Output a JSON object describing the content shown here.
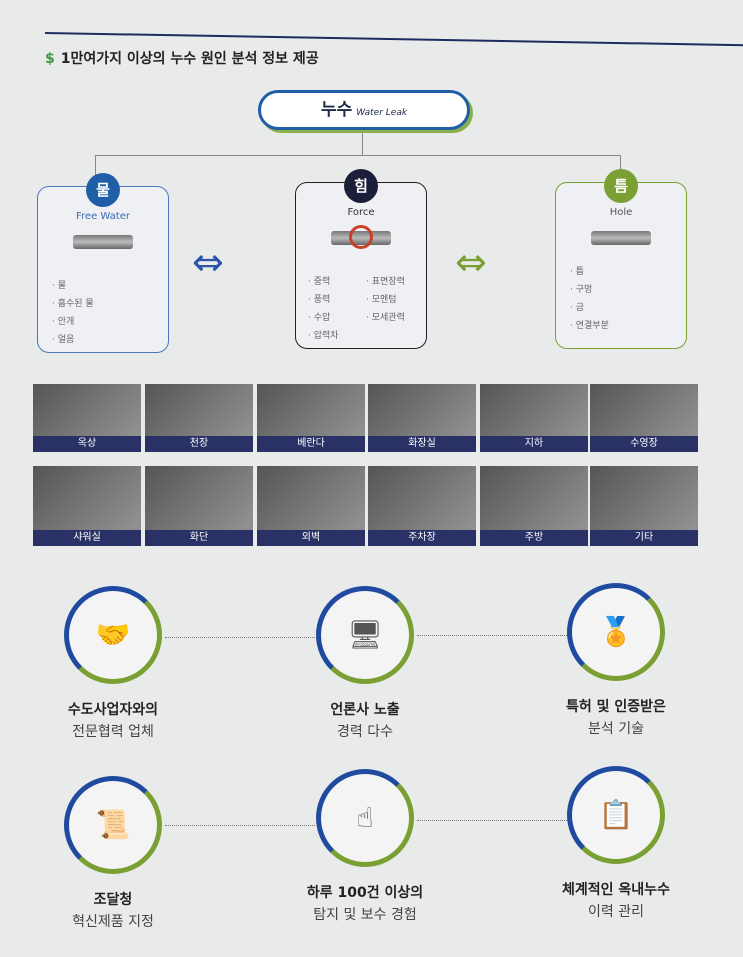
{
  "title": "1만여가지 이상의 누수 원인 분석 정보 제공",
  "root": {
    "ko": "누수",
    "en": "Water Leak"
  },
  "cards": [
    {
      "badge": "물",
      "en": "Free Water",
      "items": [
        "물",
        "흡수된 물",
        "안개",
        "얼음"
      ],
      "color": "#1f5fa8"
    },
    {
      "badge": "힘",
      "en": "Force",
      "items": [
        "중력",
        "풍력",
        "수압",
        "압력차",
        "표면장력",
        "모멘텀",
        "모세관력"
      ],
      "color": "#1c1f3a"
    },
    {
      "badge": "틈",
      "en": "Hole",
      "items": [
        "틈",
        "구멍",
        "금",
        "연결부분"
      ],
      "color": "#7aa033"
    }
  ],
  "places": [
    "옥상",
    "천장",
    "베란다",
    "화장실",
    "지하",
    "수영장",
    "샤워실",
    "화단",
    "외벽",
    "주차장",
    "주방",
    "기타"
  ],
  "features": [
    {
      "a": "수도사업자와의",
      "b": "전문협력 업체",
      "icon": "handshake-icon"
    },
    {
      "a": "언론사 노출",
      "b": "경력 다수",
      "icon": "monitor-person-icon"
    },
    {
      "a": "특허 및 인증받은",
      "b": "분석 기술",
      "icon": "certified-badge-icon"
    },
    {
      "a": "조달청",
      "b": "혁신제품 지정",
      "icon": "certificate-icon"
    },
    {
      "a": "하루 100건 이상의",
      "b": "탐지 및 보수 경험",
      "icon": "touch-check-icon"
    },
    {
      "a": "체계적인 옥내누수",
      "b": "이력 관리",
      "icon": "checklist-icon"
    }
  ]
}
